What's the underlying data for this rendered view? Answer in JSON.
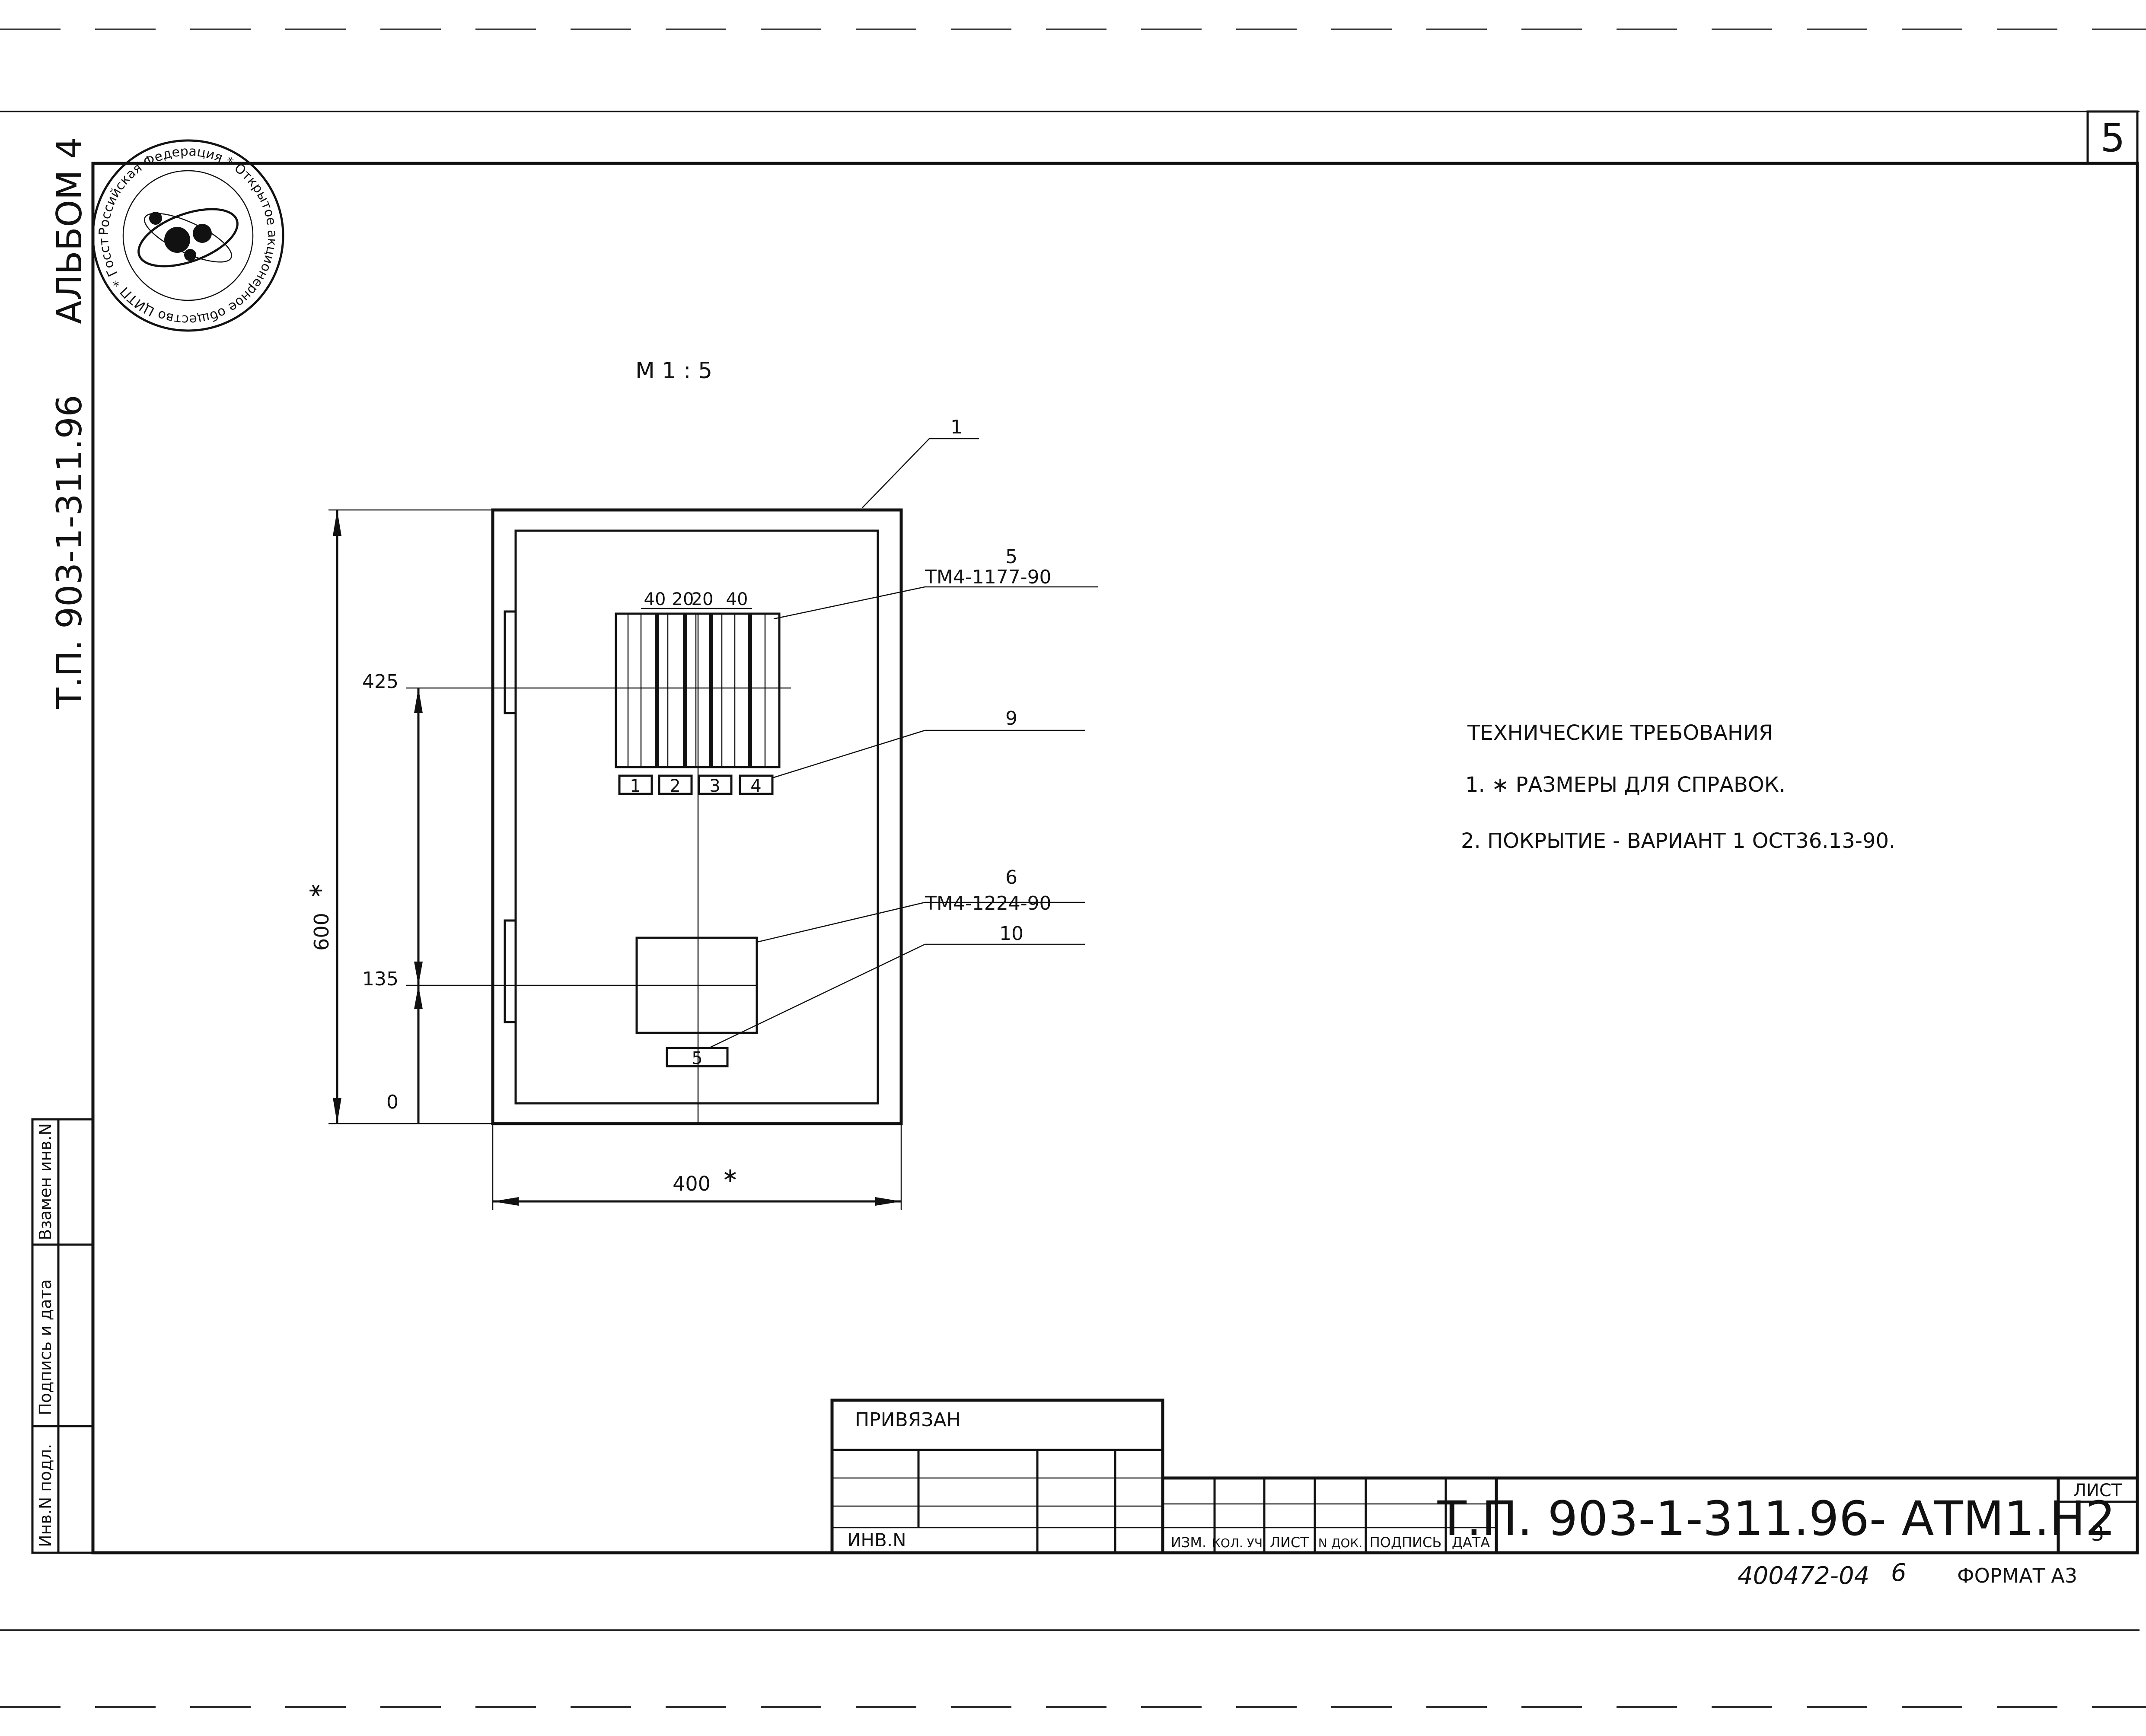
{
  "sheet_marker": "5",
  "side_labels": {
    "album": "АЛЬБОМ 4",
    "project": "Т.П. 903-1-311.96"
  },
  "side_stamp": {
    "replaces_inv": "Взамен инв.N",
    "sign_date": "Подпись и дата",
    "inv_original": "Инв.N подл."
  },
  "seal": {
    "ring_text": "Российская Федерация * Открытое акционерное общество ЦИТП * Госстрой * г.Москва",
    "emblem_icon": "atom-emblem-icon"
  },
  "drawing": {
    "scale": "М 1 : 5",
    "leaders": {
      "item1": "1",
      "item5": "5",
      "item5_ref": "ТМ4-1177-90",
      "item9": "9",
      "item6": "6",
      "item6_ref": "ТМ4-1224-90",
      "item10": "10"
    },
    "dims": {
      "d425": "425",
      "d135": "135",
      "d0": "0",
      "height": "600",
      "width": "400",
      "star": "∗",
      "spacing_40a": "40",
      "spacing_20a": "20",
      "spacing_20b": "20",
      "spacing_40b": "40"
    },
    "terminal_labels": [
      "1",
      "2",
      "3",
      "4"
    ],
    "lower_label": "5"
  },
  "tech_requirements": {
    "title": "ТЕХНИЧЕСКИЕ ТРЕБОВАНИЯ",
    "items": [
      "1. ∗ РАЗМЕРЫ ДЛЯ СПРАВОК.",
      "2. ПОКРЫТИЕ - ВАРИАНТ 1 ОСТ36.13-90."
    ]
  },
  "bound_block": {
    "title": "ПРИВЯЗАН",
    "inv_label": "ИНВ.N"
  },
  "title_block": {
    "col_headers": [
      "ИЗМ.",
      "КОЛ. УЧ.",
      "ЛИСТ",
      "N ДОК.",
      "ПОДПИСЬ",
      "ДАТА"
    ],
    "designation": "Т.П. 903-1-311.96- АТМ1.Н2",
    "sheet_label": "ЛИСТ",
    "sheet_number": "3"
  },
  "footer": {
    "handwritten_code": "400472-04",
    "handwritten_num": "6",
    "format": "ФОРМАТ А3"
  }
}
